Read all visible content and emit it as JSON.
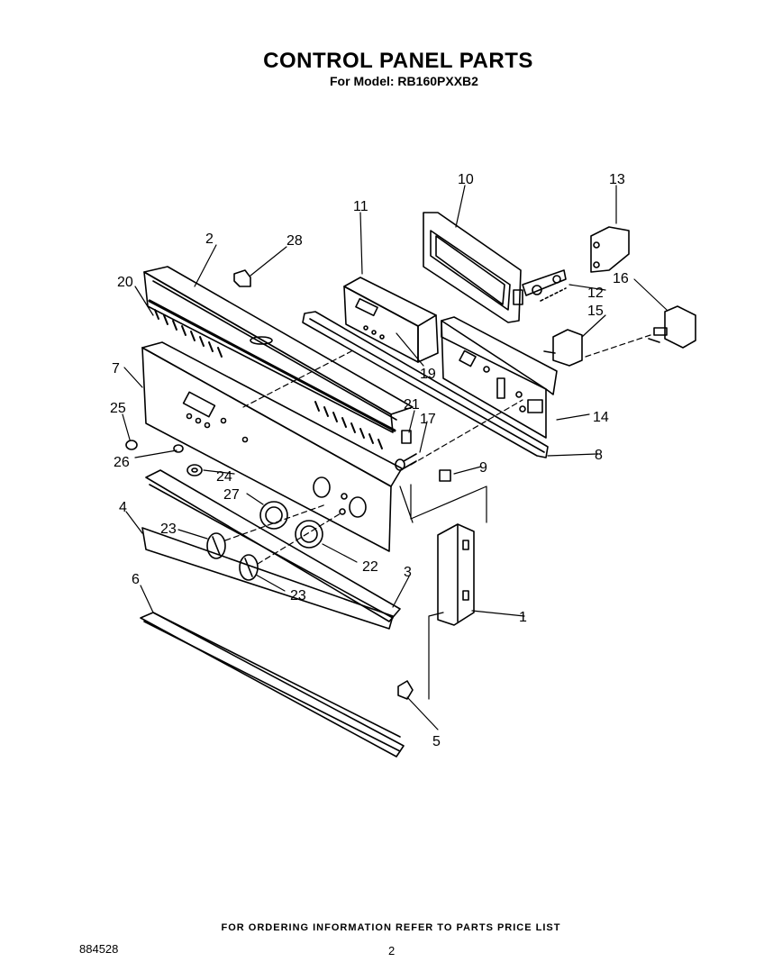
{
  "header": {
    "title": "CONTROL PANEL PARTS",
    "subtitle": "For Model: RB160PXXB2"
  },
  "callouts": [
    "1",
    "2",
    "3",
    "4",
    "5",
    "6",
    "7",
    "8",
    "9",
    "10",
    "11",
    "12",
    "13",
    "14",
    "15",
    "16",
    "17",
    "19",
    "20",
    "21",
    "22",
    "23",
    "23",
    "24",
    "25",
    "26",
    "27",
    "28"
  ],
  "footer": {
    "ordering_note": "FOR ORDERING INFORMATION REFER TO PARTS PRICE LIST",
    "doc_number": "884528",
    "page_number": "2"
  }
}
